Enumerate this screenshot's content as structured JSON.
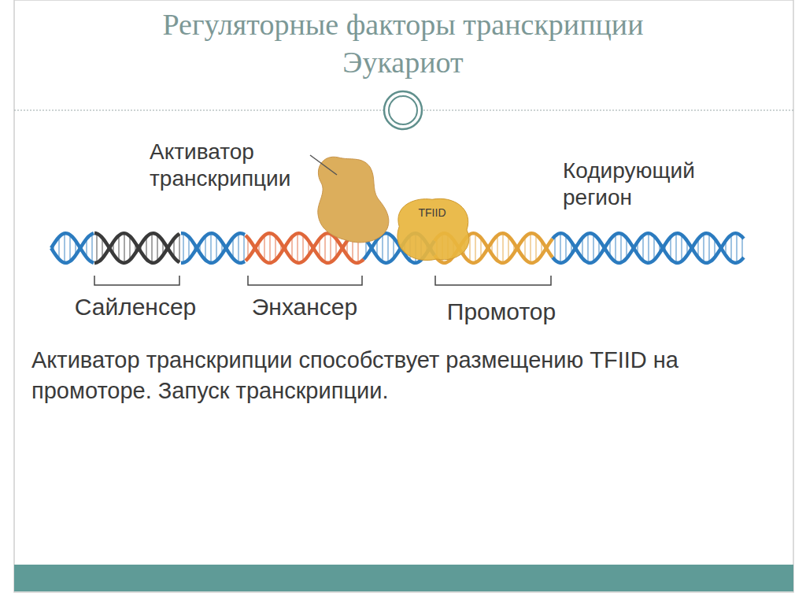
{
  "diagram": {
    "title": "Регуляторные факторы транскрипции Эукариот",
    "caption": "Активатор транскрипции способствует размещению TFIID на промоторе. Запуск транскрипции.",
    "nodes": [
      {
        "text": [
          "TFIID"
        ]
      }
    ],
    "edges": [],
    "labels": [
      "Активатор транскрипции",
      "Кодирующий регион",
      "Сайленсер",
      "Энхансер",
      "Промотор"
    ]
  }
}
